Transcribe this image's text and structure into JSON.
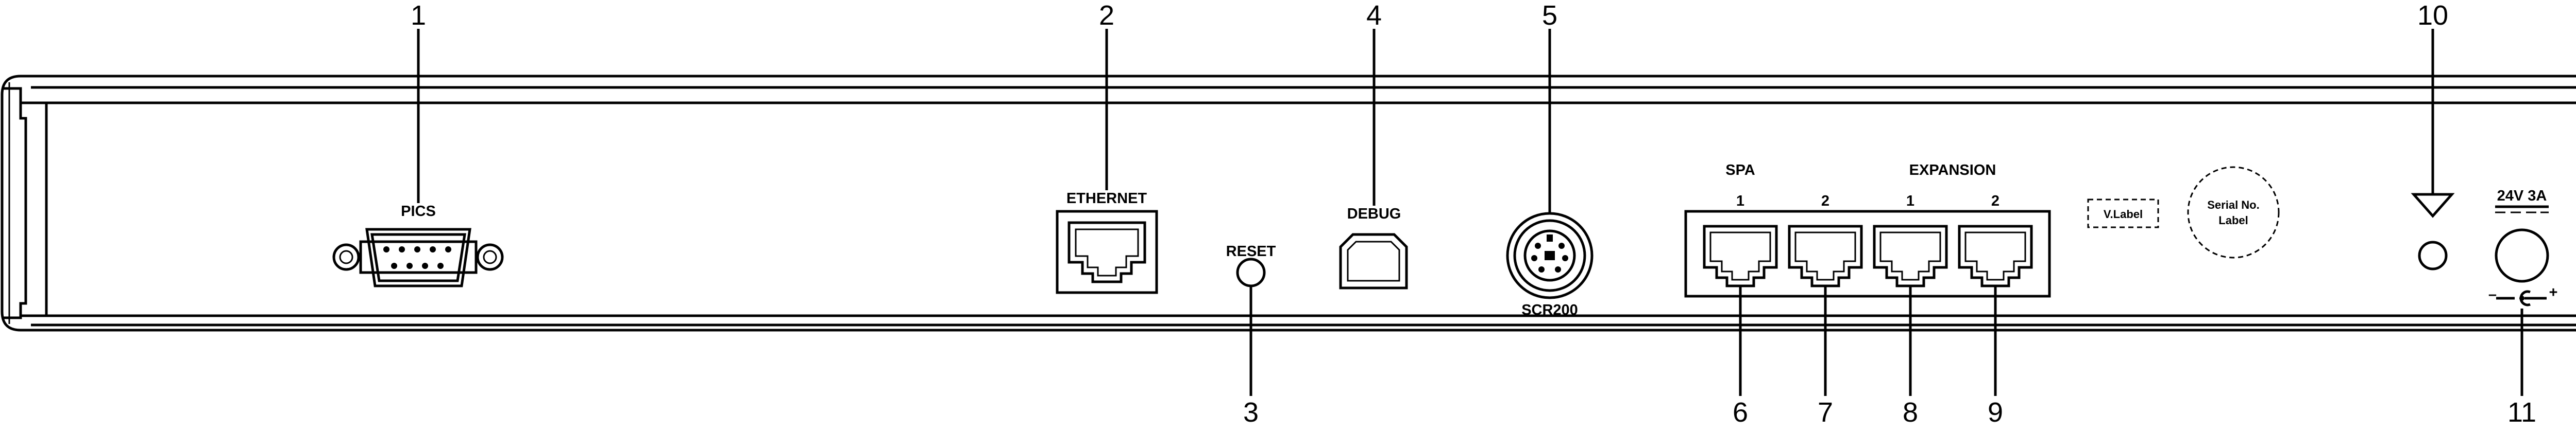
{
  "callouts": {
    "c1": "1",
    "c2": "2",
    "c3": "3",
    "c4": "4",
    "c5": "5",
    "c6": "6",
    "c7": "7",
    "c8": "8",
    "c9": "9",
    "c10": "10",
    "c11": "11"
  },
  "labels": {
    "pics": "PICS",
    "ethernet": "ETHERNET",
    "reset": "RESET",
    "debug": "DEBUG",
    "scr200": "SCR200",
    "spa": "SPA",
    "spa_port1": "1",
    "spa_port2": "2",
    "expansion": "EXPANSION",
    "exp_port1": "1",
    "exp_port2": "2",
    "vlabel": "V.Label",
    "serial_line1": "Serial No.",
    "serial_line2": "Label",
    "power_rating": "24V  3A",
    "polarity_minus": "–",
    "polarity_plus": "+"
  },
  "icons": [
    "db9-serial-connector-icon",
    "rj45-port-icon",
    "usb-b-port-icon",
    "mini-din-port-icon",
    "ground-symbol-icon",
    "dc-power-jack-icon",
    "dc-polarity-icon"
  ]
}
